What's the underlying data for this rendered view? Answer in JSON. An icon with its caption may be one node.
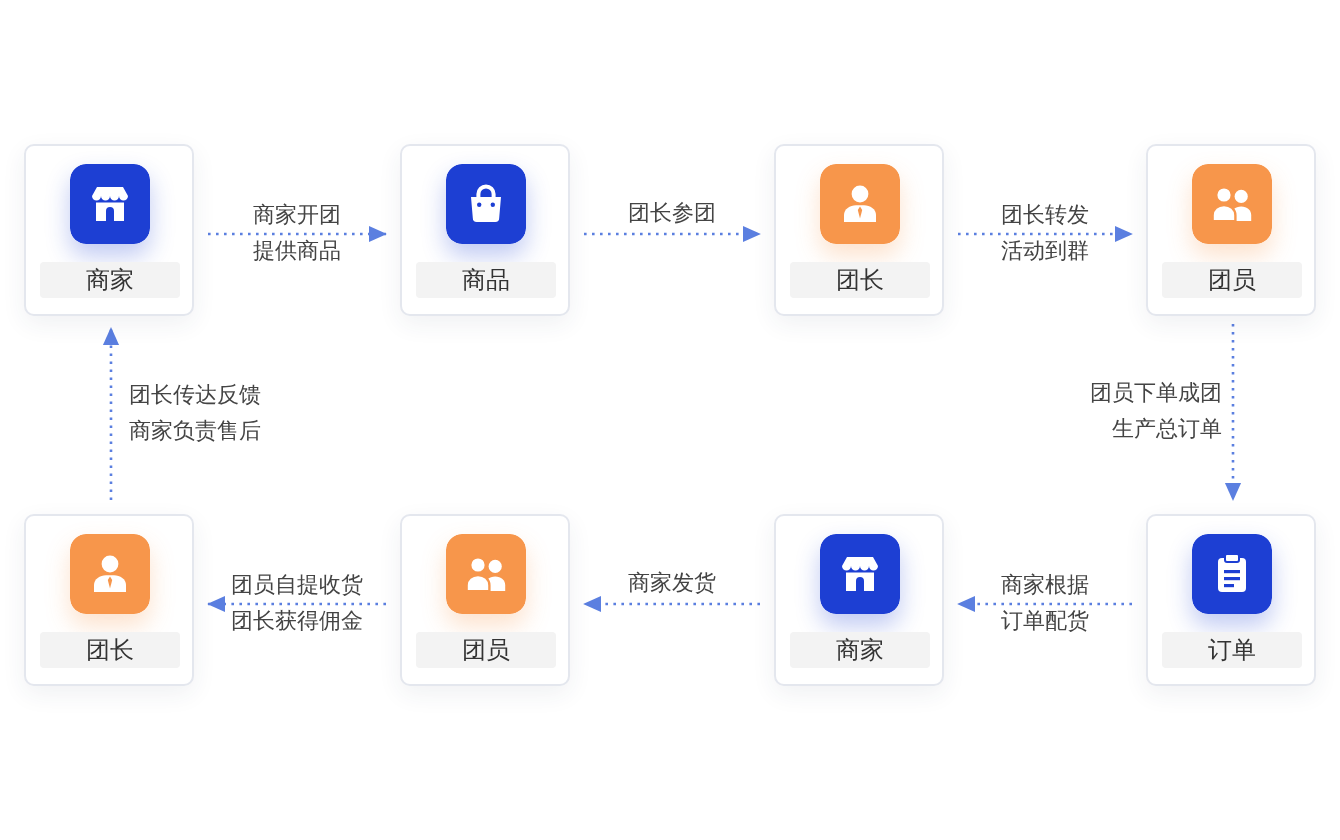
{
  "diagram": {
    "nodes": [
      {
        "text": [
          "商家"
        ]
      },
      {
        "text": [
          "商品"
        ]
      },
      {
        "text": [
          "团长"
        ]
      },
      {
        "text": [
          "团员"
        ]
      },
      {
        "text": [
          "团长"
        ]
      },
      {
        "text": [
          "团员"
        ]
      },
      {
        "text": [
          "商家"
        ]
      },
      {
        "text": [
          "订单"
        ]
      }
    ],
    "edges": [
      {
        "from": 0,
        "to": 1,
        "arrow": "to",
        "label": "商家开团提供商品"
      },
      {
        "from": 1,
        "to": 2,
        "arrow": "to",
        "label": "团长参团"
      },
      {
        "from": 2,
        "to": 3,
        "arrow": "to",
        "label": "团长转发活动到群"
      },
      {
        "from": 3,
        "to": 7,
        "arrow": "to",
        "label": "团员下单成团生产总订单"
      },
      {
        "from": 7,
        "to": 6,
        "arrow": "to",
        "label": "商家根据订单配货"
      },
      {
        "from": 6,
        "to": 5,
        "arrow": "to",
        "label": "商家发货"
      },
      {
        "from": 5,
        "to": 4,
        "arrow": "to",
        "label": "团员自提收货团长获得佣金"
      },
      {
        "from": 4,
        "to": 0,
        "arrow": "to",
        "label": "团长传达反馈商家负责售后"
      }
    ]
  }
}
